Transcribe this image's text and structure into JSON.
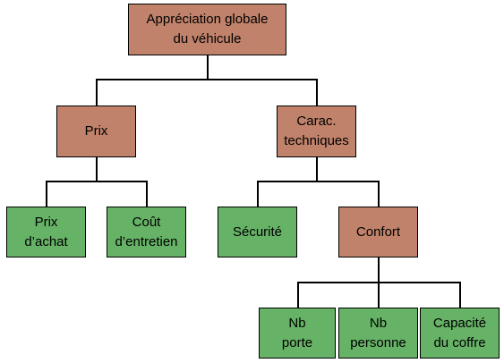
{
  "colors": {
    "category_fill": "#c0826a",
    "criterion_fill": "#66b266",
    "border": "#000000",
    "line": "#000000"
  },
  "nodes": {
    "root": {
      "label": "Appréciation globale\ndu véhicule",
      "kind": "category"
    },
    "prix": {
      "label": "Prix",
      "kind": "category"
    },
    "carac": {
      "label": "Carac.\ntechniques",
      "kind": "category"
    },
    "prix_achat": {
      "label": "Prix\nd’achat",
      "kind": "criterion"
    },
    "cout_entretien": {
      "label": "Coût\nd’entretien",
      "kind": "criterion"
    },
    "securite": {
      "label": "Sécurité",
      "kind": "criterion"
    },
    "confort": {
      "label": "Confort",
      "kind": "category"
    },
    "nb_porte": {
      "label": "Nb\nporte",
      "kind": "criterion"
    },
    "nb_personne": {
      "label": "Nb\npersonne",
      "kind": "criterion"
    },
    "capacite_coffre": {
      "label": "Capacité\ndu coffre",
      "kind": "criterion"
    }
  },
  "edges": [
    [
      "root",
      "prix"
    ],
    [
      "root",
      "carac"
    ],
    [
      "prix",
      "prix_achat"
    ],
    [
      "prix",
      "cout_entretien"
    ],
    [
      "carac",
      "securite"
    ],
    [
      "carac",
      "confort"
    ],
    [
      "confort",
      "nb_porte"
    ],
    [
      "confort",
      "nb_personne"
    ],
    [
      "confort",
      "capacite_coffre"
    ]
  ]
}
